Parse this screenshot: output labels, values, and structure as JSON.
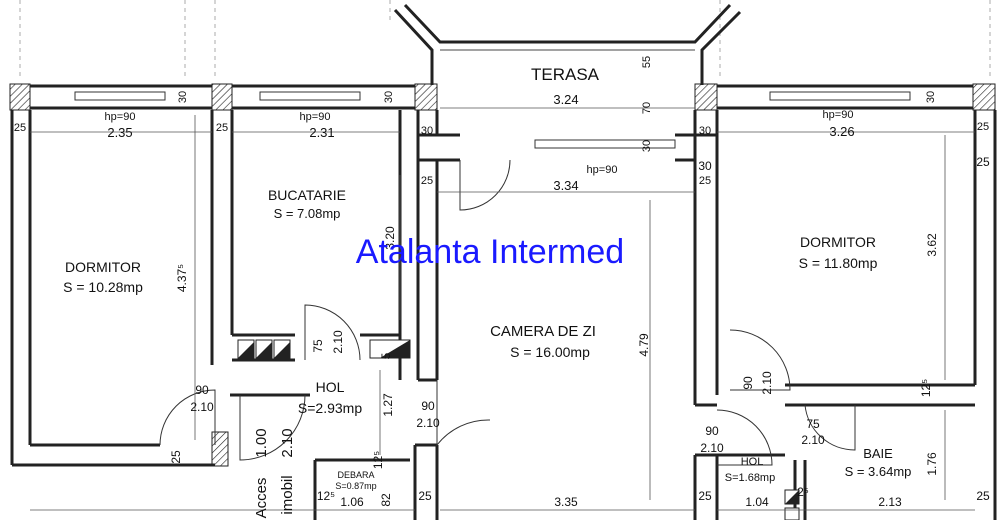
{
  "watermark": "Atalanta Intermed",
  "rooms": {
    "terasa": "TERASA",
    "dormitor_left": {
      "name": "DORMITOR",
      "area": "S = 10.28mp"
    },
    "bucatarie": {
      "name": "BUCATARIE",
      "area": "S = 7.08mp"
    },
    "camera_de_zi": {
      "name": "CAMERA DE ZI",
      "area": "S = 16.00mp"
    },
    "dormitor_right": {
      "name": "DORMITOR",
      "area": "S = 11.80mp"
    },
    "hol": {
      "name": "HOL",
      "area": "S=2.93mp"
    },
    "debara": {
      "name": "DEBARA",
      "area": "S=0.87mp"
    },
    "hol_small": {
      "name": "HOL",
      "area": "S=1.68mp"
    },
    "baie": {
      "name": "BAIE",
      "area": "S = 3.64mp"
    },
    "acces": "Acces",
    "imobil": "imobil"
  },
  "dimensions": {
    "top_30_a": "30",
    "top_30_b": "30",
    "top_30_c": "30",
    "top_30_d": "30",
    "left_25": "25",
    "right_25": "25",
    "hp90_a": "hp=90",
    "hp90_b": "hp=90",
    "hp90_c": "hp=90",
    "hp90_d": "hp=90",
    "w235": "2.35",
    "w231": "2.31",
    "w324": "3.24",
    "w326": "3.26",
    "w334": "3.34",
    "t55": "55",
    "t70": "70",
    "t30c": "30",
    "k25a": "25",
    "k25b": "25",
    "k25c": "25",
    "k30a": "30",
    "k30b": "30",
    "h437": "4.37⁵",
    "h320": "3.20",
    "h362": "3.62",
    "h479": "4.79",
    "d75": "75",
    "d210a": "2.10",
    "d90a": "90",
    "d210b": "2.10",
    "d127": "1.27",
    "d90b": "90",
    "d210c": "2.10",
    "d90c": "90",
    "d210d": "2.10",
    "d75b": "75",
    "d210e": "2.10",
    "d90d": "90",
    "d210f": "2.10",
    "d125a": "12⁵",
    "d125b": "12⁵",
    "d176": "1.76",
    "b25a": "25",
    "b25b": "25",
    "b25c": "25",
    "b25d": "25",
    "b25e": "25",
    "b106": "1.06",
    "b82": "82",
    "b335": "3.35",
    "b104": "1.04",
    "b213": "2.13",
    "b125": "12⁵",
    "b2": "2⁵",
    "acc100": "1.00",
    "acc210": "2.10",
    "s5": "5"
  }
}
